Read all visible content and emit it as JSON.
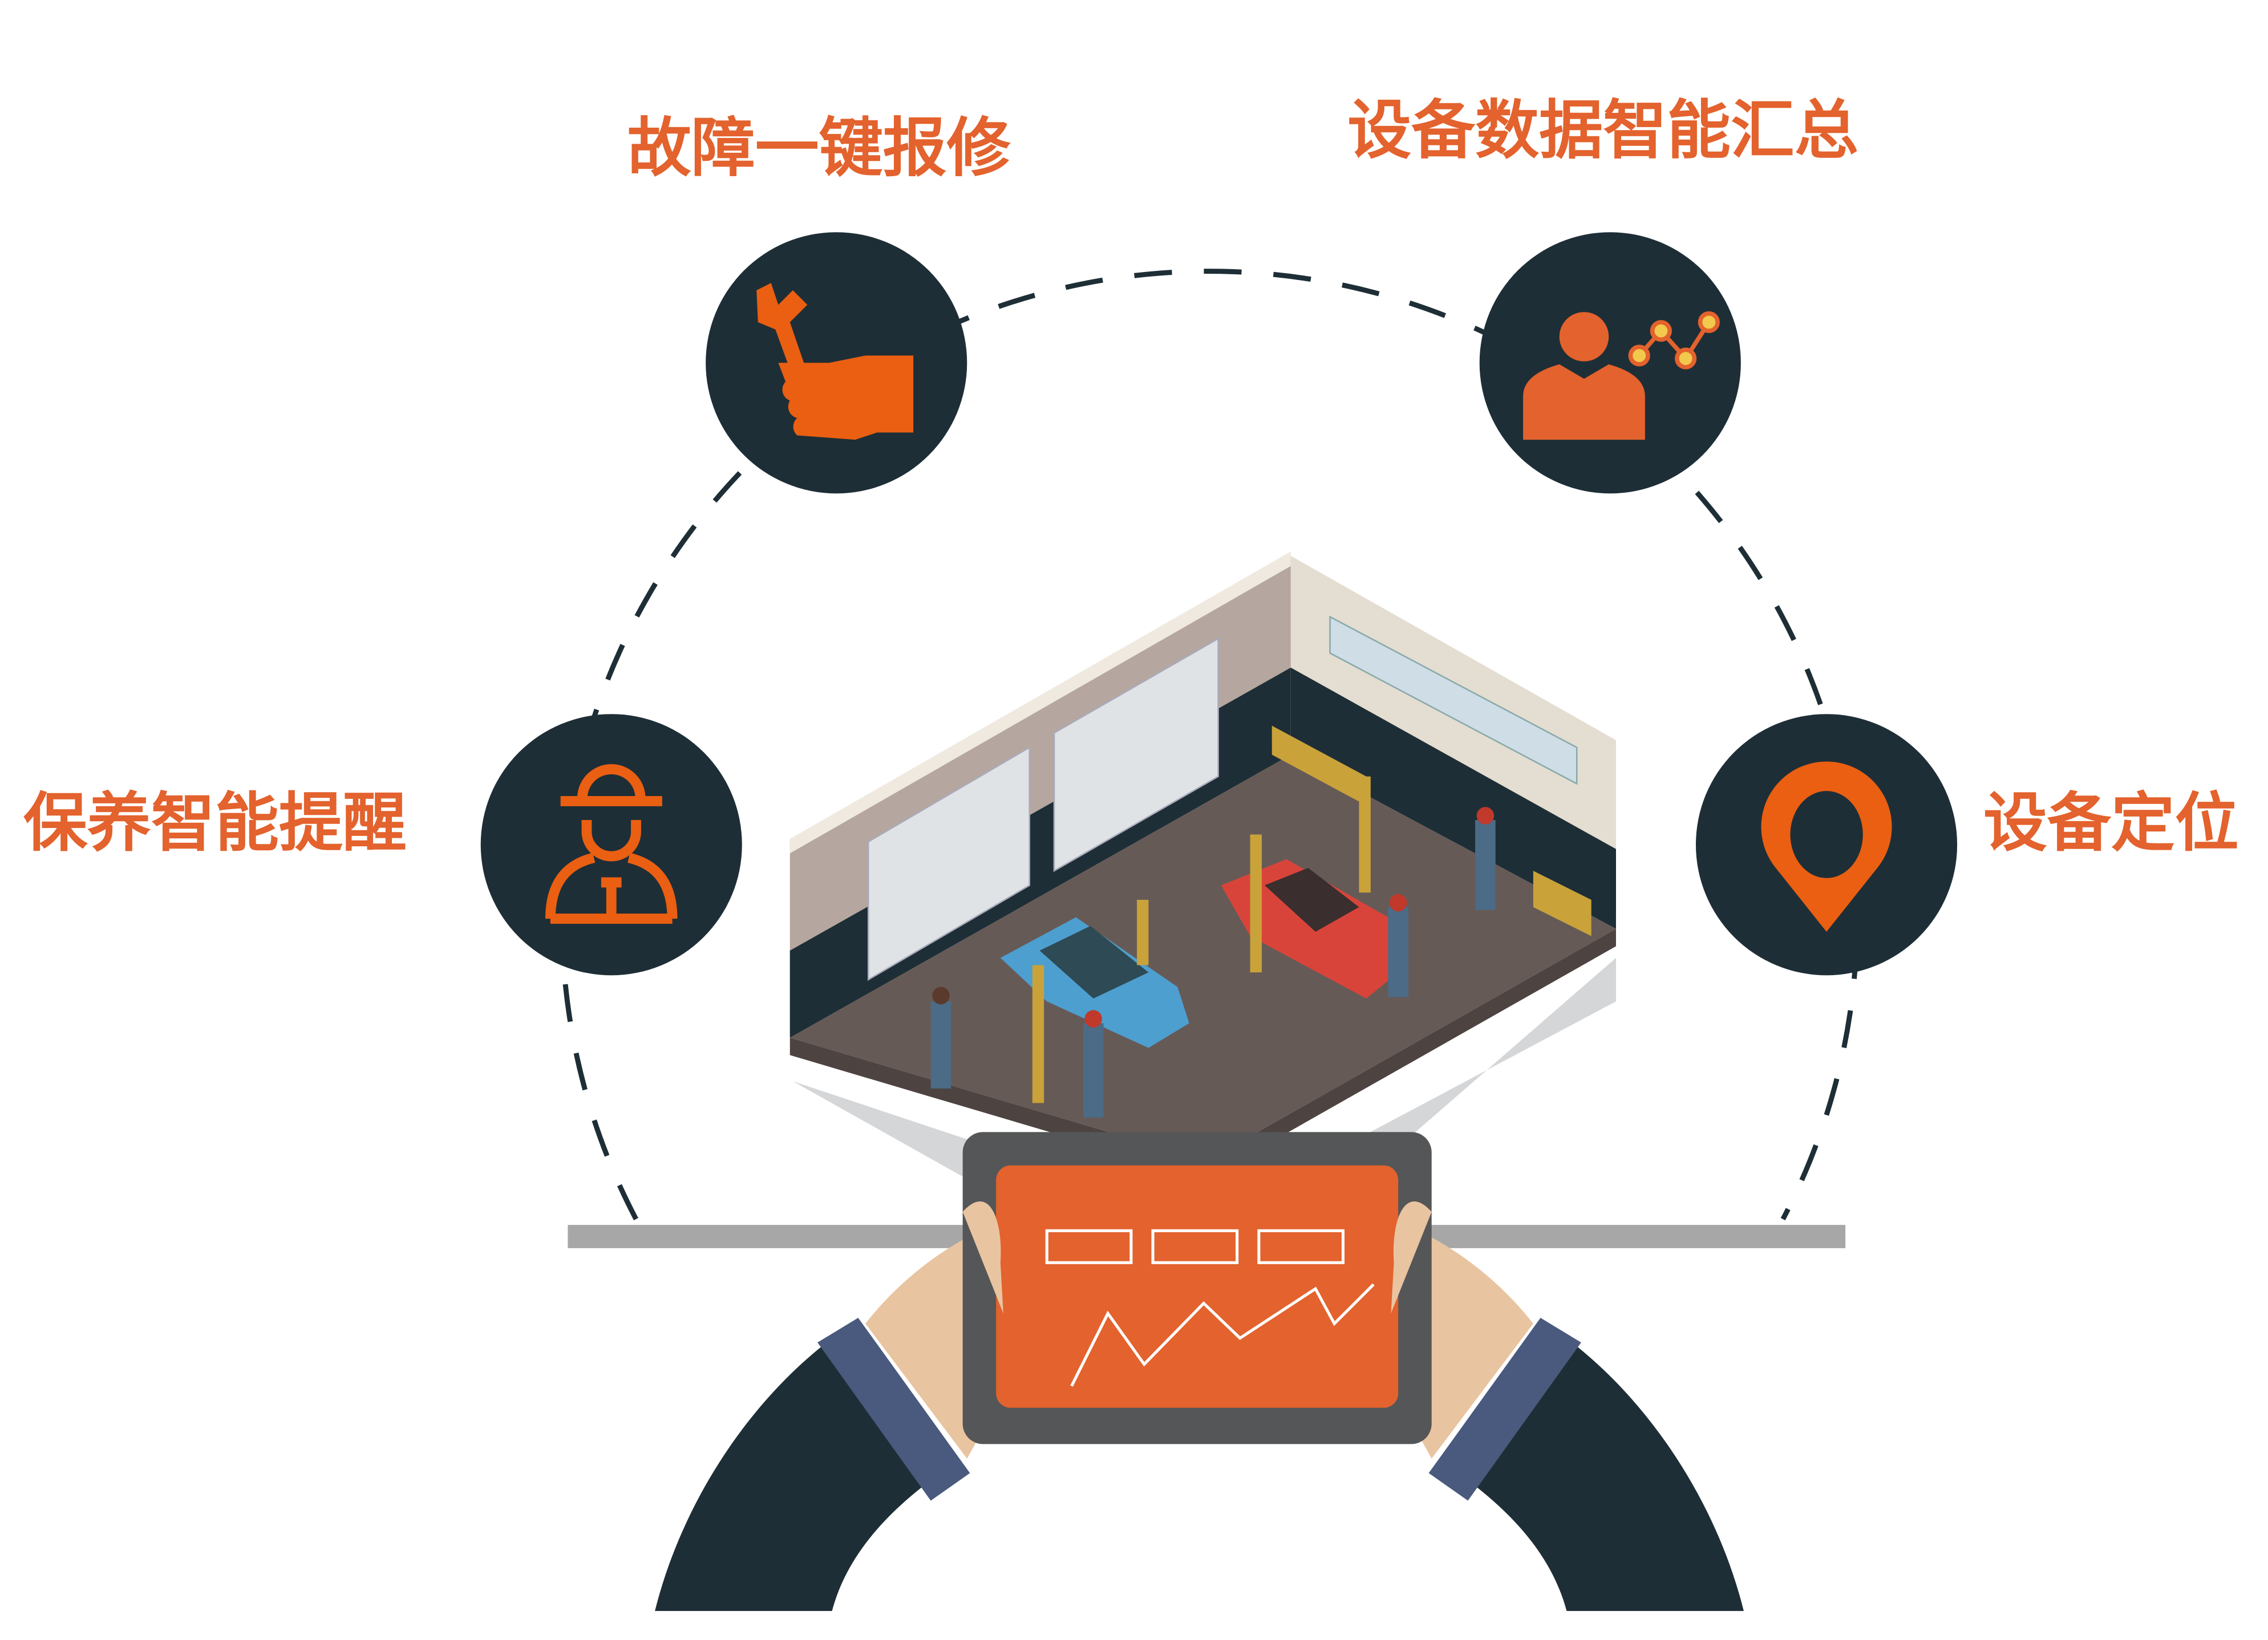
{
  "features": [
    {
      "label": "故障一键报修",
      "icon": "wrench-hand-icon"
    },
    {
      "label": "设备数据智能汇总",
      "icon": "worker-data-icon"
    },
    {
      "label": "保养智能提醒",
      "icon": "mechanic-icon"
    },
    {
      "label": "设备定位",
      "icon": "location-pin-icon"
    }
  ],
  "colors": {
    "accent": "#e3622d",
    "dark": "#1e2e36",
    "sleeve": "#4a5a7e",
    "skin": "#e9c4a0",
    "bar": "#a7a7a7"
  }
}
